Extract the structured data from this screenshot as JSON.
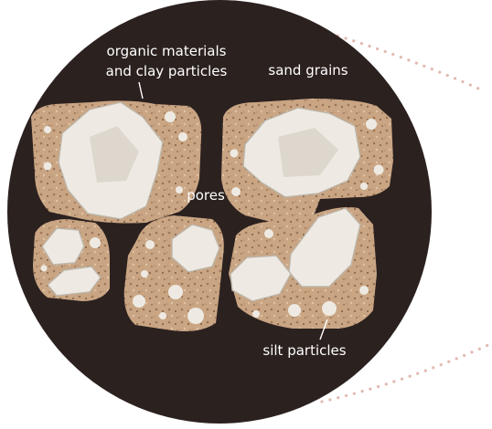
{
  "diagram": {
    "labels": {
      "organic_line1": "organic materials",
      "organic_line2": "and clay particles",
      "sand": "sand grains",
      "pores": "pores",
      "silt": "silt particles"
    },
    "colors": {
      "background": "#ffffff",
      "circle": "#2b211f",
      "aggregate": "#c9a583",
      "aggregate_dark": "#9c7658",
      "grain": "#eeeae3",
      "grain_shadow": "#c8c1b5",
      "dots": "#e2b9b2",
      "label": "#ffffff"
    }
  }
}
